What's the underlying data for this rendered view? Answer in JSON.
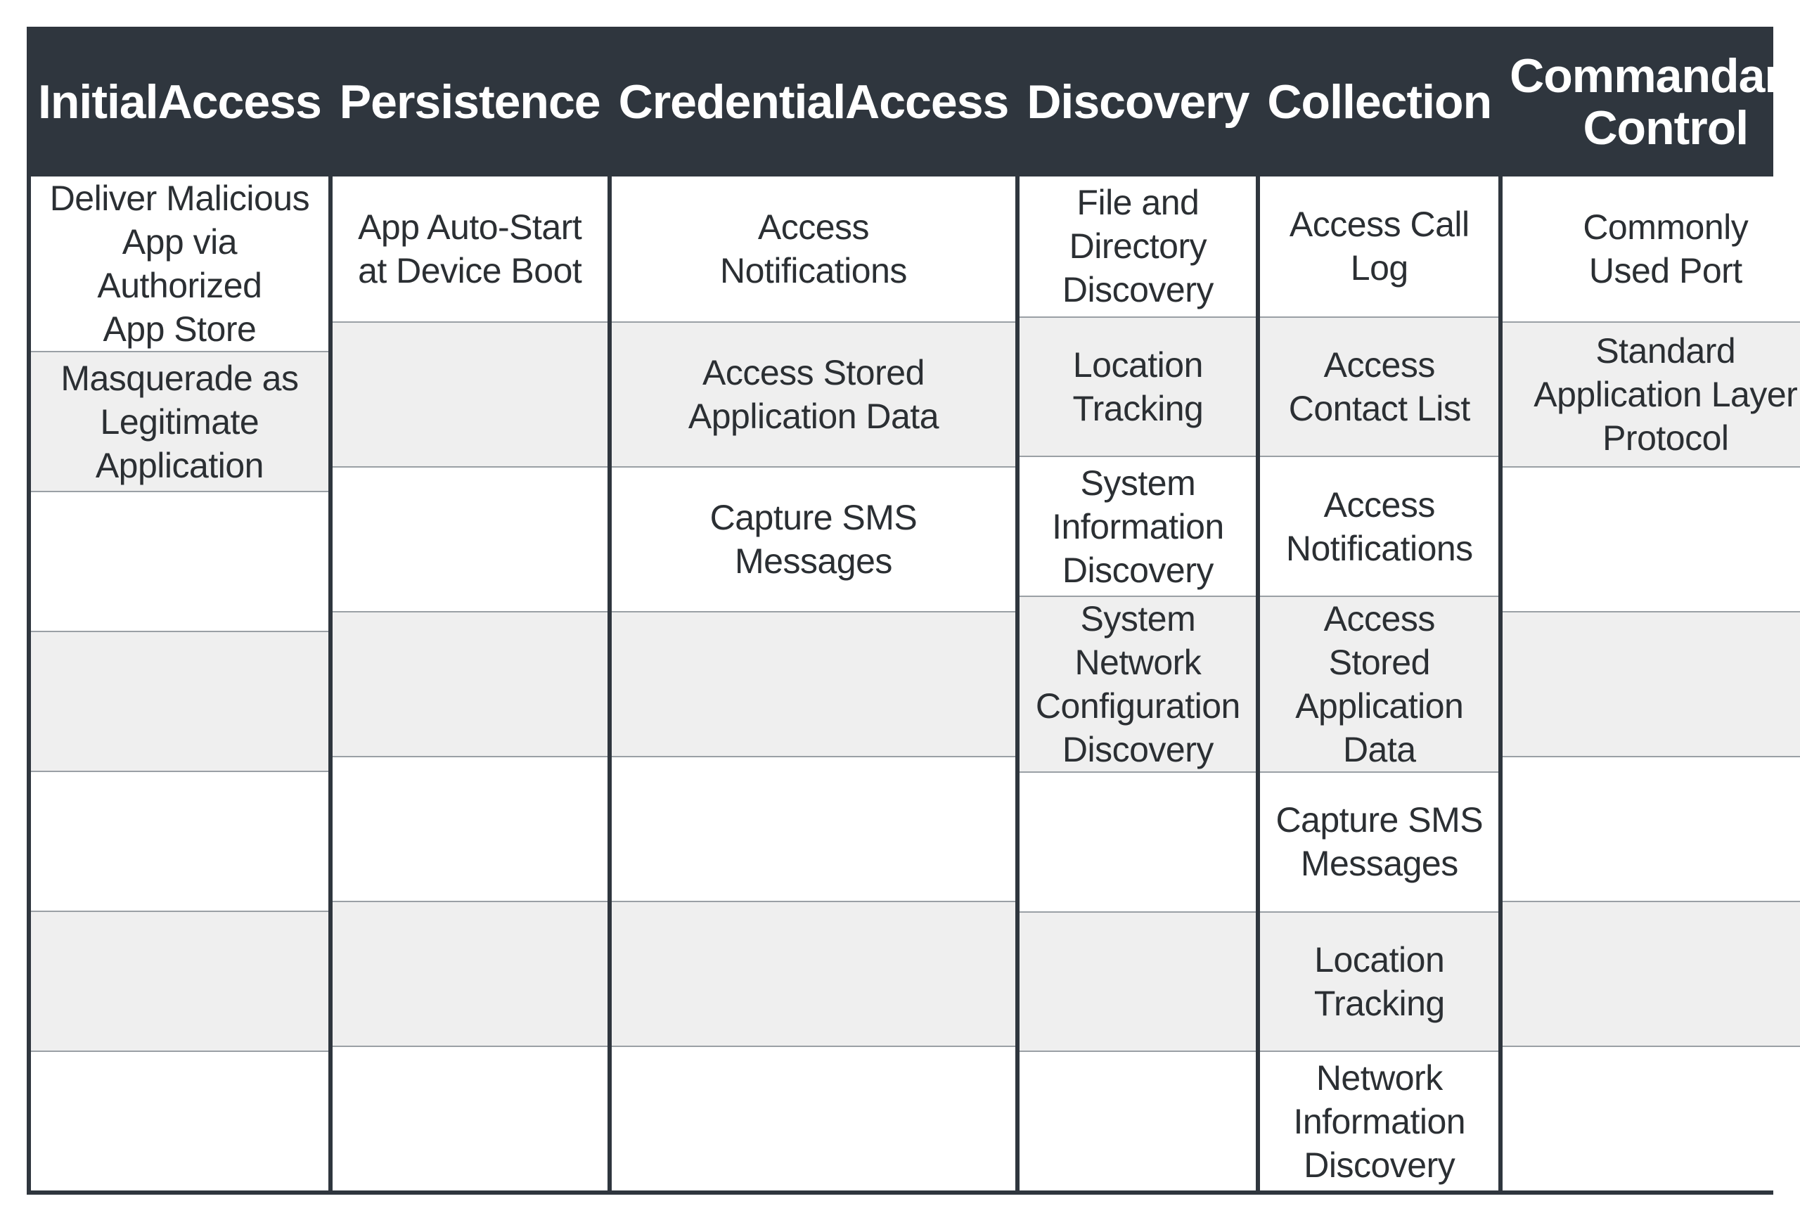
{
  "matrix": {
    "header_bg": "#2f363e",
    "row_light": "#ffffff",
    "row_shaded": "#efefef",
    "headers": [
      {
        "lines": [
          "Initial",
          "Access"
        ]
      },
      {
        "lines": [
          "Persistence"
        ]
      },
      {
        "lines": [
          "Credential",
          "Access"
        ]
      },
      {
        "lines": [
          "Discovery"
        ]
      },
      {
        "lines": [
          "Collection"
        ]
      },
      {
        "lines": [
          "Command",
          "and Control"
        ]
      }
    ],
    "columns": [
      [
        [
          "Deliver Malicious",
          "App via Authorized",
          "App Store"
        ],
        [
          "Masquerade as",
          "Legitimate",
          "Application"
        ],
        [],
        [],
        [],
        [],
        []
      ],
      [
        [
          "App Auto-Start",
          "at Device Boot"
        ],
        [],
        [],
        [],
        [],
        [],
        []
      ],
      [
        [
          "Access",
          "Notifications"
        ],
        [
          "Access Stored",
          "Application Data"
        ],
        [
          "Capture SMS",
          "Messages"
        ],
        [],
        [],
        [],
        []
      ],
      [
        [
          "File and Directory",
          "Discovery"
        ],
        [
          "Location Tracking"
        ],
        [
          "System",
          "Information",
          "Discovery"
        ],
        [
          "System Network",
          "Configuration",
          "Discovery"
        ],
        [],
        [],
        []
      ],
      [
        [
          "Access Call Log"
        ],
        [
          "Access",
          "Contact List"
        ],
        [
          "Access",
          "Notifications"
        ],
        [
          "Access Stored",
          "Application Data"
        ],
        [
          "Capture SMS",
          "Messages"
        ],
        [
          "Location Tracking"
        ],
        [
          "Network",
          "Information",
          "Discovery"
        ]
      ],
      [
        [
          "Commonly",
          "Used Port"
        ],
        [
          "Standard",
          "Application Layer",
          "Protocol"
        ],
        [],
        [],
        [],
        [],
        []
      ]
    ]
  }
}
